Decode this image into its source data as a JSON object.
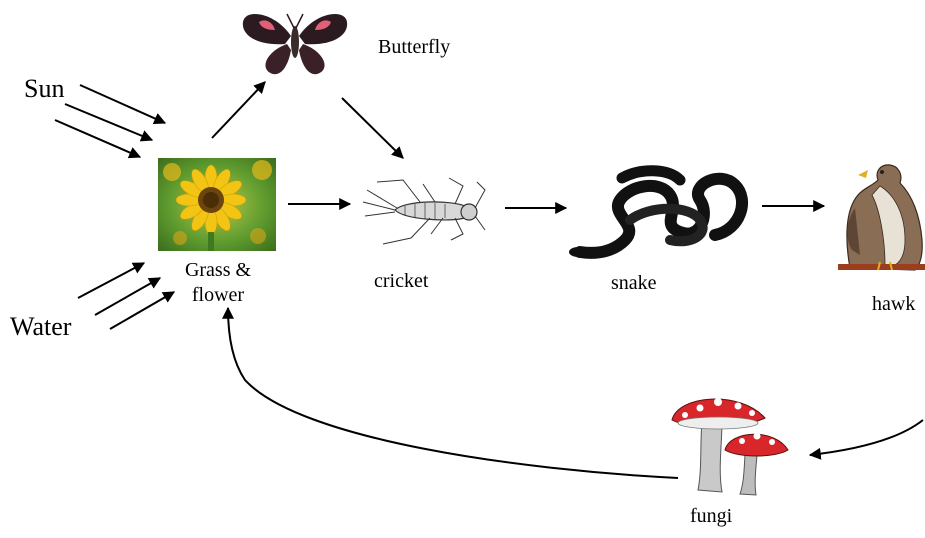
{
  "labels": {
    "sun": "Sun",
    "water": "Water",
    "butterfly": "Butterfly",
    "grass": "Grass & flower",
    "cricket": "cricket",
    "snake": "snake",
    "hawk": "hawk",
    "fungi": "fungi"
  },
  "colors": {
    "arrow": "#000000",
    "sunflower_petal": "#f2c414",
    "sunflower_bg": "#5d9a2e",
    "snake": "#111111",
    "mushroom_cap": "#d9262b",
    "mushroom_stem": "#c9c9c9",
    "hawk_body": "#8a6d55",
    "butterfly_wing": "#2b1a1f",
    "butterfly_spot": "#e0607a"
  }
}
